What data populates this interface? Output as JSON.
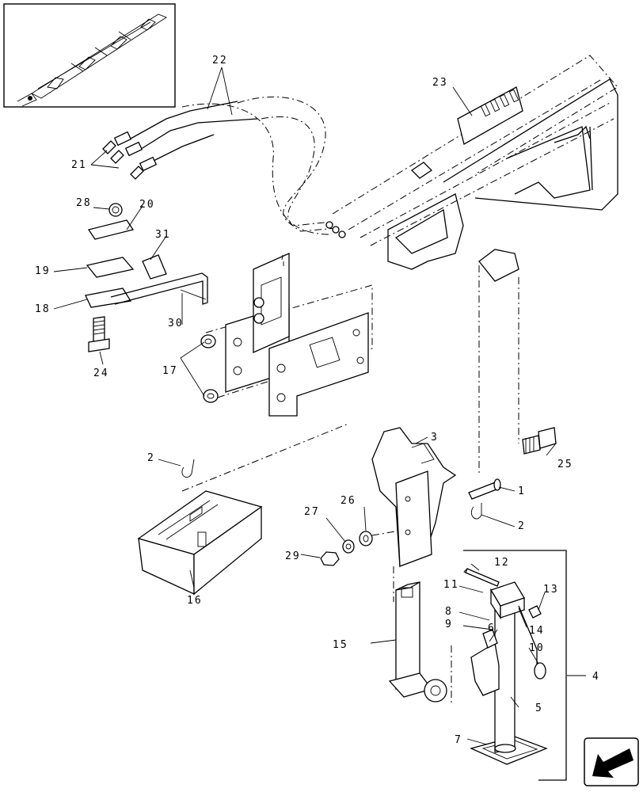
{
  "callouts": {
    "c1": "1",
    "c2a": "2",
    "c2b": "2",
    "c3": "3",
    "c4": "4",
    "c5": "5",
    "c6": "6",
    "c7": "7",
    "c8": "8",
    "c9": "9",
    "c10": "10",
    "c11": "11",
    "c12": "12",
    "c13": "13",
    "c14": "14",
    "c15": "15",
    "c16": "16",
    "c17": "17",
    "c18": "18",
    "c19": "19",
    "c20": "20",
    "c21": "21",
    "c22": "22",
    "c23": "23",
    "c24": "24",
    "c25": "25",
    "c26": "26",
    "c27": "27",
    "c28": "28",
    "c29": "29",
    "c30": "30",
    "c31": "31"
  },
  "icons": {
    "overview": "machine-overview-thumbnail",
    "nav": "next-page-arrow-icon"
  }
}
